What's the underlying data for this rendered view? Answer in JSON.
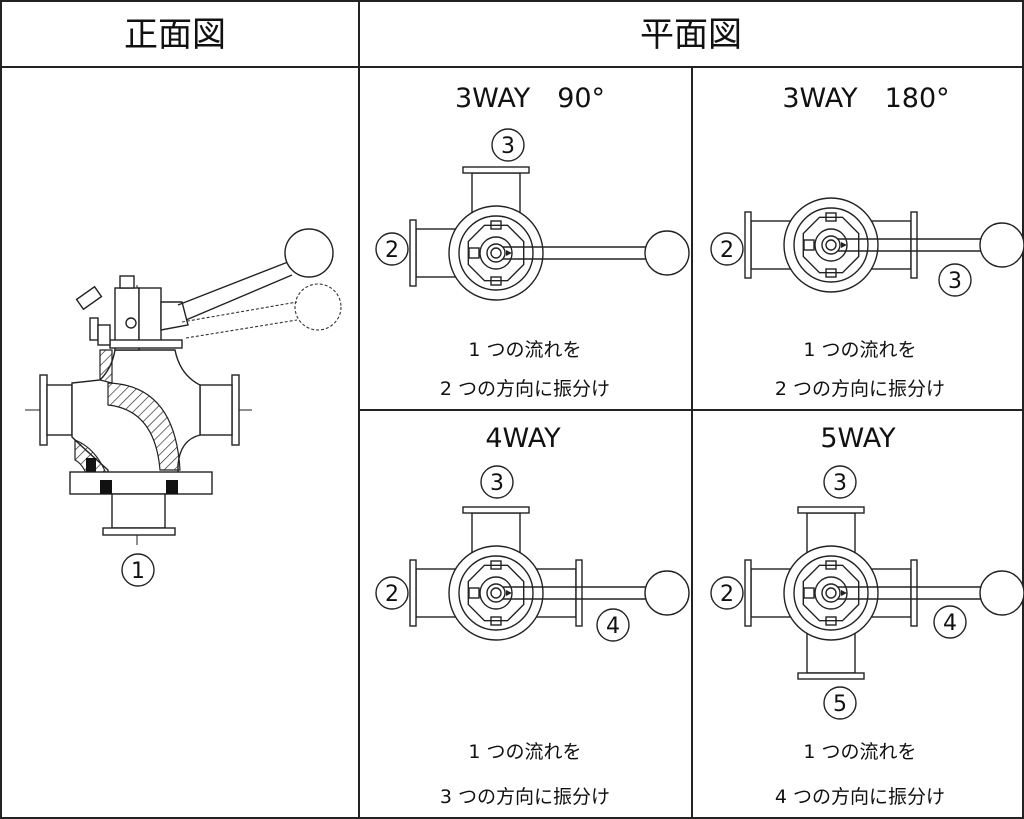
{
  "headers": {
    "front": "正面図",
    "plan": "平面図"
  },
  "front_view": {
    "port_label": "1"
  },
  "panels": [
    {
      "title": "3WAY　90°",
      "ports": [
        "left",
        "top"
      ],
      "labels": {
        "left": "2",
        "top": "3"
      },
      "caption": [
        "1 つの流れを",
        "2 つの方向に振分け"
      ]
    },
    {
      "title": "3WAY　180°",
      "ports": [
        "left",
        "right"
      ],
      "labels": {
        "left": "2",
        "right": "3"
      },
      "caption": [
        "1 つの流れを",
        "2 つの方向に振分け"
      ]
    },
    {
      "title": "4WAY",
      "ports": [
        "left",
        "top",
        "right"
      ],
      "labels": {
        "left": "2",
        "top": "3",
        "right": "4"
      },
      "caption": [
        "1 つの流れを",
        "3 つの方向に振分け"
      ]
    },
    {
      "title": "5WAY",
      "ports": [
        "left",
        "top",
        "right",
        "bottom"
      ],
      "labels": {
        "left": "2",
        "top": "3",
        "right": "4",
        "bottom": "5"
      },
      "caption": [
        "1 つの流れを",
        "4 つの方向に振分け"
      ]
    }
  ]
}
